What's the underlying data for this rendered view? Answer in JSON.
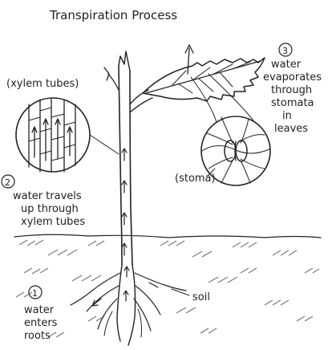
{
  "title": "Transpiration Process",
  "labels": {
    "xylem_tubes": "(xylem tubes)",
    "stoma": "(stoma)",
    "soil": "soil"
  },
  "steps": [
    {
      "number": "1",
      "lines": [
        "water",
        "enters",
        "roots"
      ]
    },
    {
      "number": "2",
      "lines": [
        "water travels",
        "up through",
        "xylem tubes"
      ]
    },
    {
      "number": "3",
      "lines": [
        "water",
        "evaporates",
        "through",
        "stomata",
        "in",
        "leaves"
      ]
    }
  ]
}
